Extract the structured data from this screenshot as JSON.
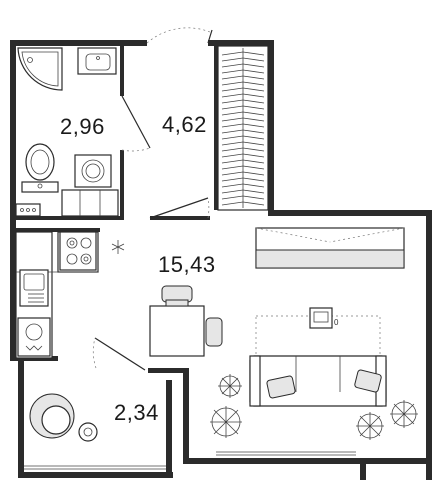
{
  "plan": {
    "rooms": [
      {
        "id": "bathroom",
        "area": "2,96"
      },
      {
        "id": "hallway",
        "area": "4,62"
      },
      {
        "id": "living",
        "area": "15,43"
      },
      {
        "id": "balcony",
        "area": "2,34"
      }
    ],
    "tv_power_mark": "0",
    "colors": {
      "walls": "#2b2b2b",
      "background": "#ffffff",
      "fixtures_fill": "#e6e6e6"
    }
  }
}
